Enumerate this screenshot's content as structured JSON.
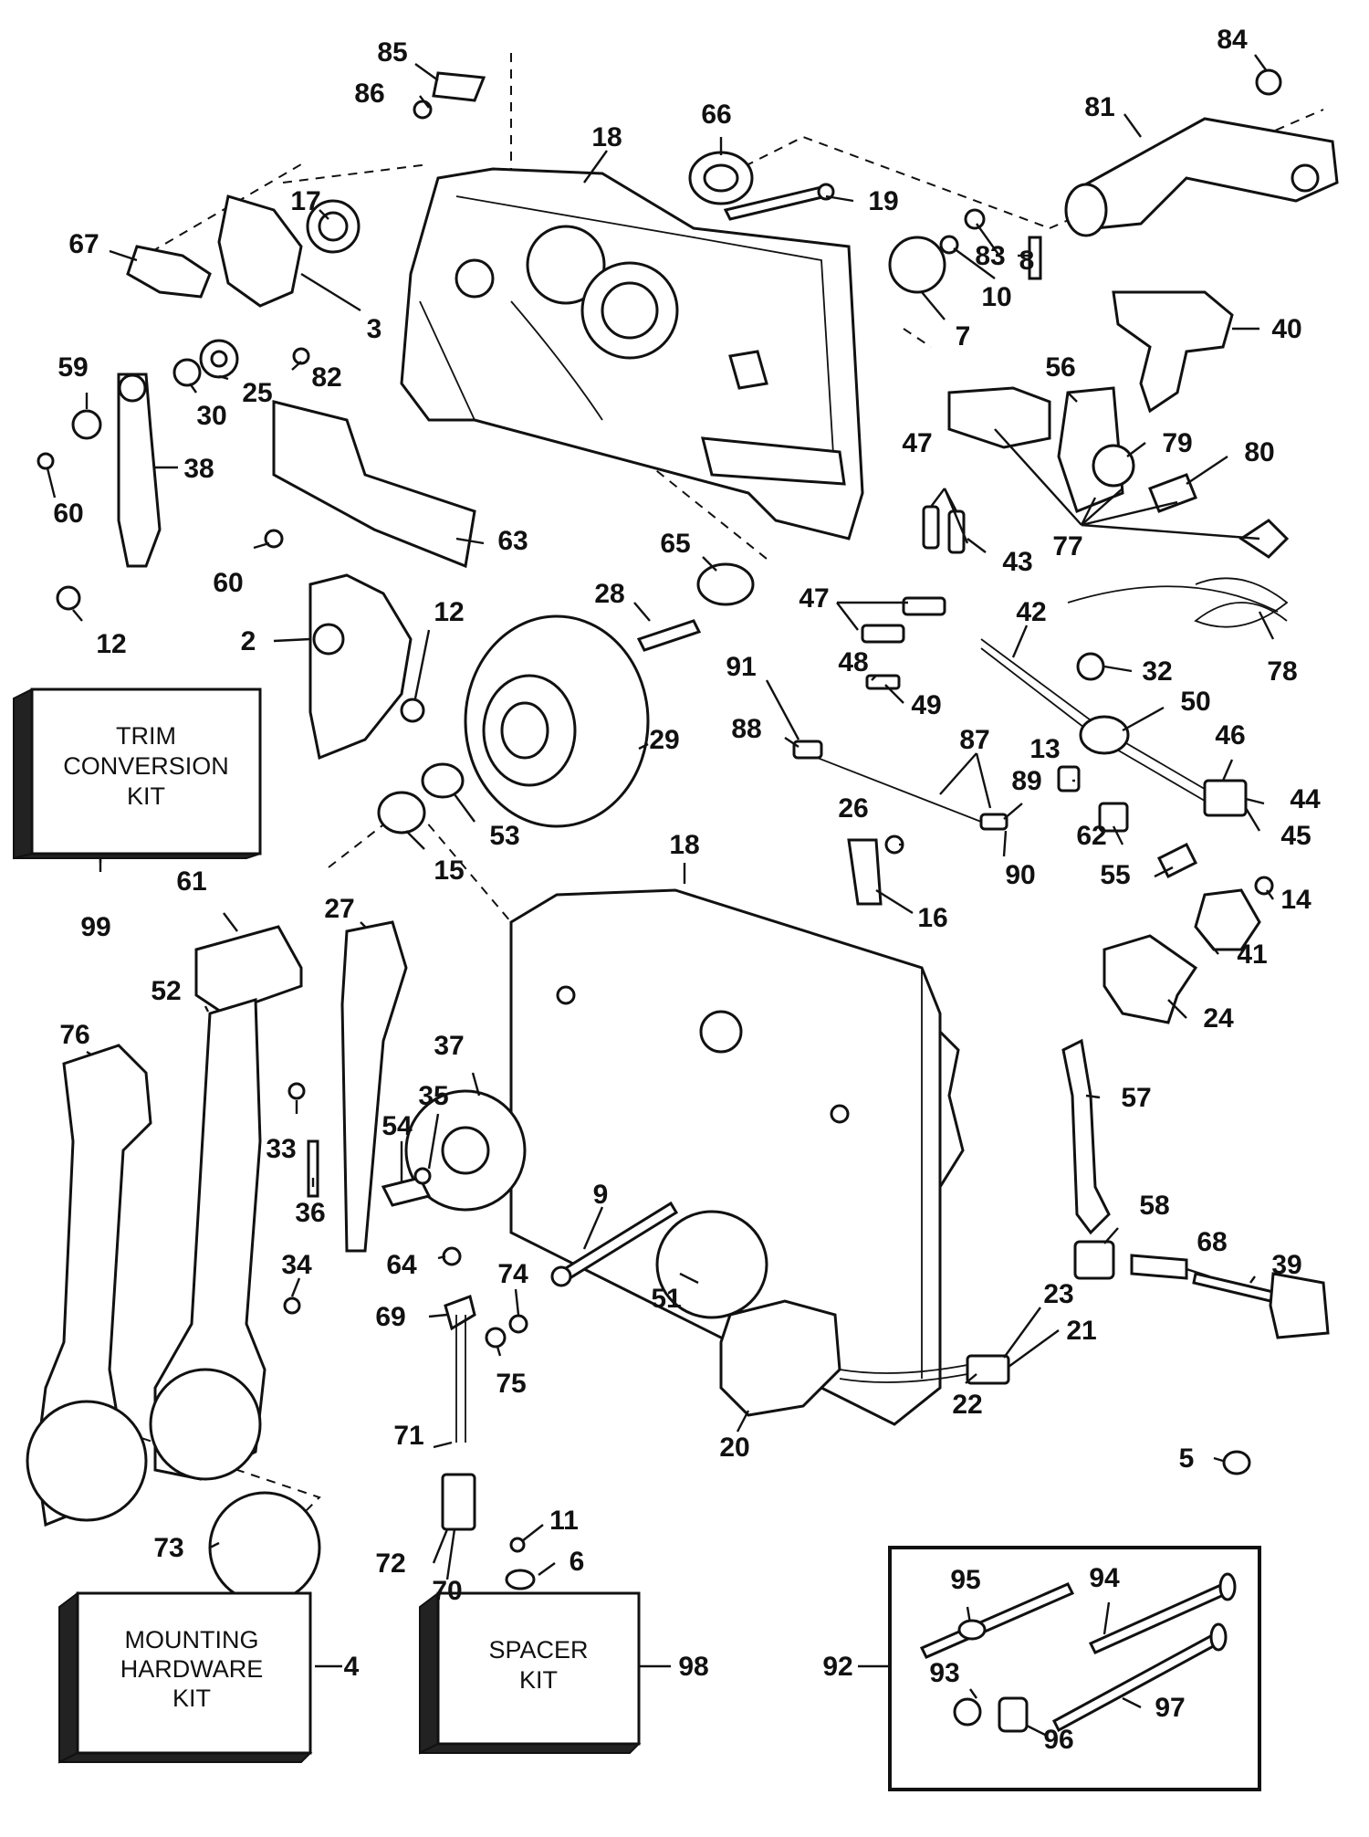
{
  "labels": {
    "l85": "85",
    "l86": "86",
    "l18a": "18",
    "l66": "66",
    "l84": "84",
    "l81": "81",
    "l17": "17",
    "l67": "67",
    "l3": "3",
    "l19": "19",
    "l8": "8",
    "l10": "10",
    "l83": "83",
    "l7": "7",
    "l40": "40",
    "l59": "59",
    "l30": "30",
    "l25": "25",
    "l82": "82",
    "l38": "38",
    "l60a": "60",
    "l56": "56",
    "l47a": "47",
    "l79": "79",
    "l80": "80",
    "l77": "77",
    "l63": "63",
    "l43": "43",
    "l60b": "60",
    "l65": "65",
    "l28": "28",
    "l12a": "12",
    "l12b": "12",
    "l2": "2",
    "l47b": "47",
    "l42": "42",
    "l32": "32",
    "l78": "78",
    "l48": "48",
    "l49": "49",
    "l91": "91",
    "l50": "50",
    "l88": "88",
    "l29": "29",
    "l46": "46",
    "l87": "87",
    "l13": "13",
    "l89": "89",
    "l44": "44",
    "l53": "53",
    "l26": "26",
    "l62": "62",
    "l45": "45",
    "l15": "15",
    "l90": "90",
    "l55": "55",
    "l14": "14",
    "l99": "99",
    "l61": "61",
    "l18b": "18",
    "l16": "16",
    "l41": "41",
    "l27": "27",
    "l52": "52",
    "l24": "24",
    "l76": "76",
    "l37": "37",
    "l57": "57",
    "l35": "35",
    "l54": "54",
    "l33": "33",
    "l36": "36",
    "l58": "58",
    "l68": "68",
    "l9": "9",
    "l39": "39",
    "l34": "34",
    "l64": "64",
    "l74": "74",
    "l23": "23",
    "l51": "51",
    "l21": "21",
    "l69": "69",
    "l75": "75",
    "l22": "22",
    "l20": "20",
    "l71": "71",
    "l5": "5",
    "l11": "11",
    "l73": "73",
    "l72": "72",
    "l70": "70",
    "l6": "6",
    "l95": "95",
    "l94": "94",
    "l4": "4",
    "l98": "98",
    "l92": "92",
    "l93": "93",
    "l97": "97",
    "l96": "96"
  },
  "kits": {
    "trim": [
      "TRIM",
      "CONVERSION",
      "KIT"
    ],
    "mounting": [
      "MOUNTING",
      "HARDWARE",
      "KIT"
    ],
    "spacer": [
      "SPACER",
      "KIT"
    ]
  }
}
